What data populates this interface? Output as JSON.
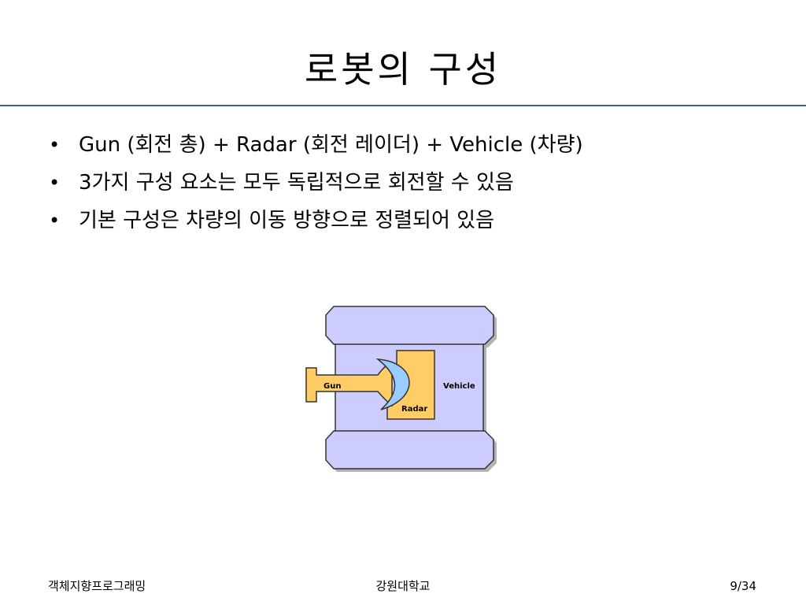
{
  "slide": {
    "title": "로봇의 구성",
    "bullets": [
      "Gun (회전 총) + Radar (회전 레이더) + Vehicle (차량)",
      "3가지 구성 요소는 모두 독립적으로 회전할 수 있음",
      "기본 구성은 차량의 이동 방향으로 정렬되어 있음"
    ],
    "bullet_symbol": "•"
  },
  "diagram": {
    "gun_label": "Gun",
    "radar_label": "Radar",
    "vehicle_label": "Vehicle",
    "colors": {
      "vehicle_fill": "#ccccff",
      "gun_fill": "#ffcc66",
      "radar_fill": "#99ccff",
      "stroke": "#333333",
      "shadow": "#b3b3b3"
    }
  },
  "footer": {
    "left": "객체지향프로그래밍",
    "center": "강원대학교",
    "page": "9/34"
  },
  "theme": {
    "title_rule_color": "#3a5f9e"
  }
}
